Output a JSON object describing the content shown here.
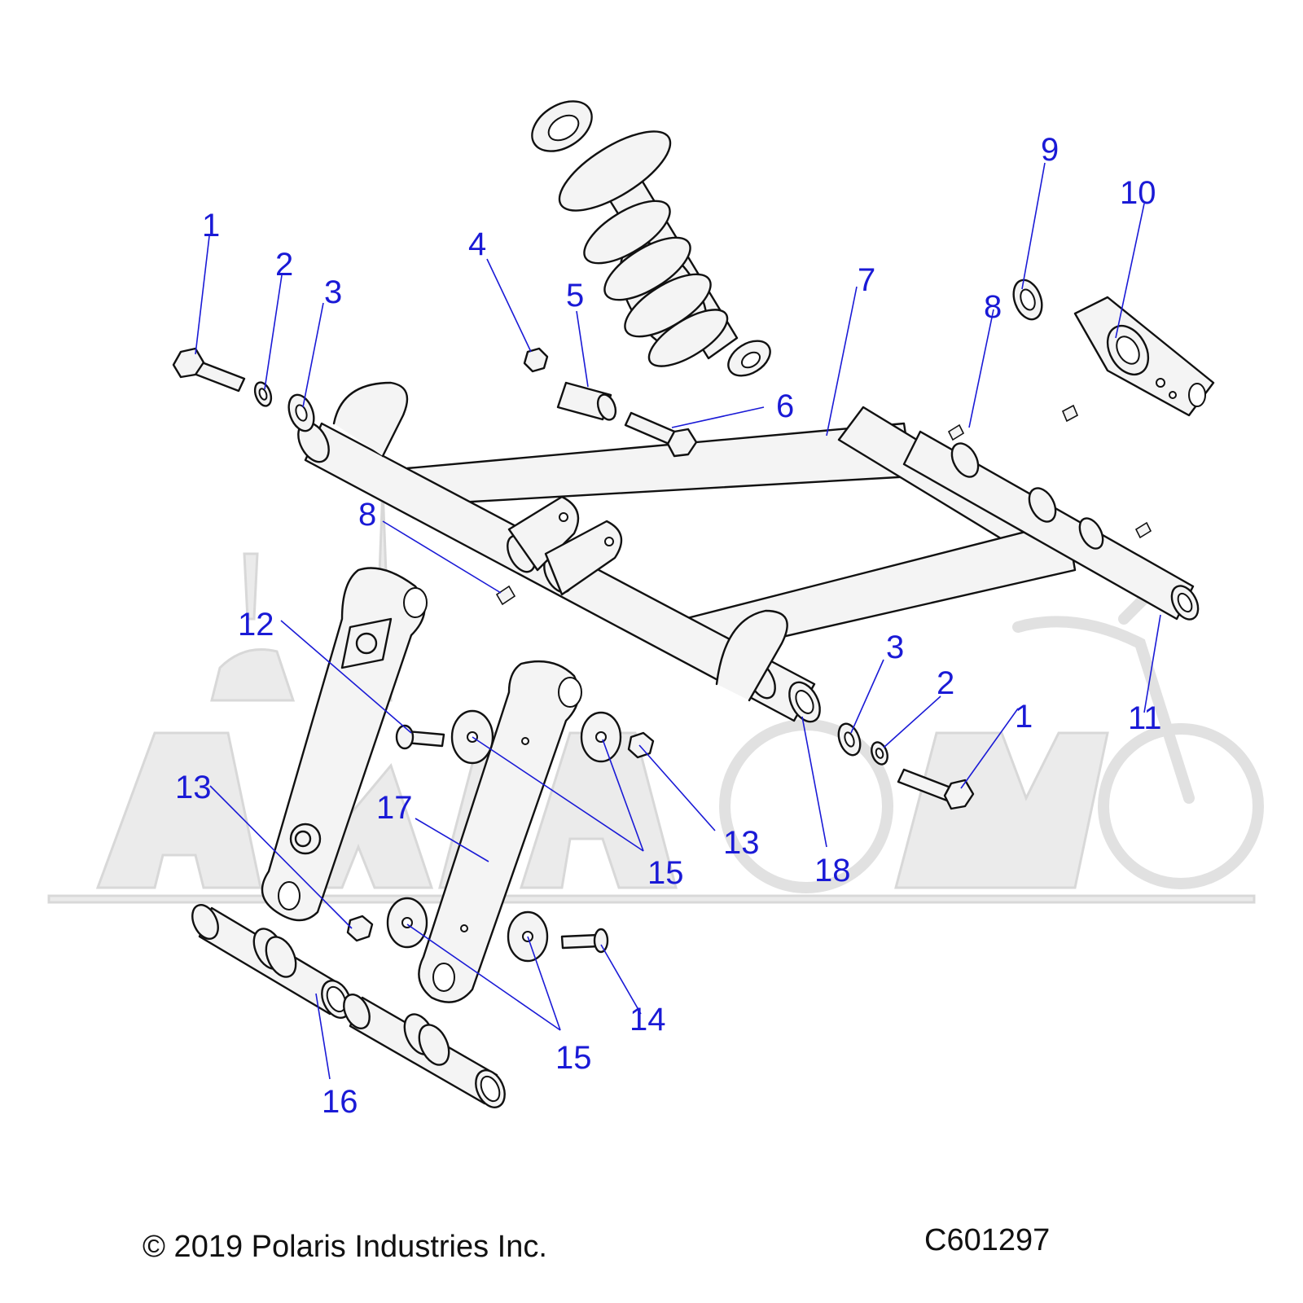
{
  "callouts": [
    {
      "id": "c1a",
      "text": "1"
    },
    {
      "id": "c2a",
      "text": "2"
    },
    {
      "id": "c3a",
      "text": "3"
    },
    {
      "id": "c4",
      "text": "4"
    },
    {
      "id": "c5",
      "text": "5"
    },
    {
      "id": "c6",
      "text": "6"
    },
    {
      "id": "c7",
      "text": "7"
    },
    {
      "id": "c8a",
      "text": "8"
    },
    {
      "id": "c8b",
      "text": "8"
    },
    {
      "id": "c9",
      "text": "9"
    },
    {
      "id": "c10",
      "text": "10"
    },
    {
      "id": "c11",
      "text": "11"
    },
    {
      "id": "c12",
      "text": "12"
    },
    {
      "id": "c13a",
      "text": "13"
    },
    {
      "id": "c13b",
      "text": "13"
    },
    {
      "id": "c14",
      "text": "14"
    },
    {
      "id": "c15a",
      "text": "15"
    },
    {
      "id": "c15b",
      "text": "15"
    },
    {
      "id": "c16",
      "text": "16"
    },
    {
      "id": "c17",
      "text": "17"
    },
    {
      "id": "c18",
      "text": "18"
    },
    {
      "id": "c3b",
      "text": "3"
    },
    {
      "id": "c2b",
      "text": "2"
    },
    {
      "id": "c1b",
      "text": "1"
    }
  ],
  "footer": {
    "copyright": "© 2019 Polaris Industries Inc.",
    "drawing_number": "C601297"
  },
  "colors": {
    "callout": "#1a1ad6",
    "linework": "#111111",
    "watermark": "#e4e4e4"
  }
}
